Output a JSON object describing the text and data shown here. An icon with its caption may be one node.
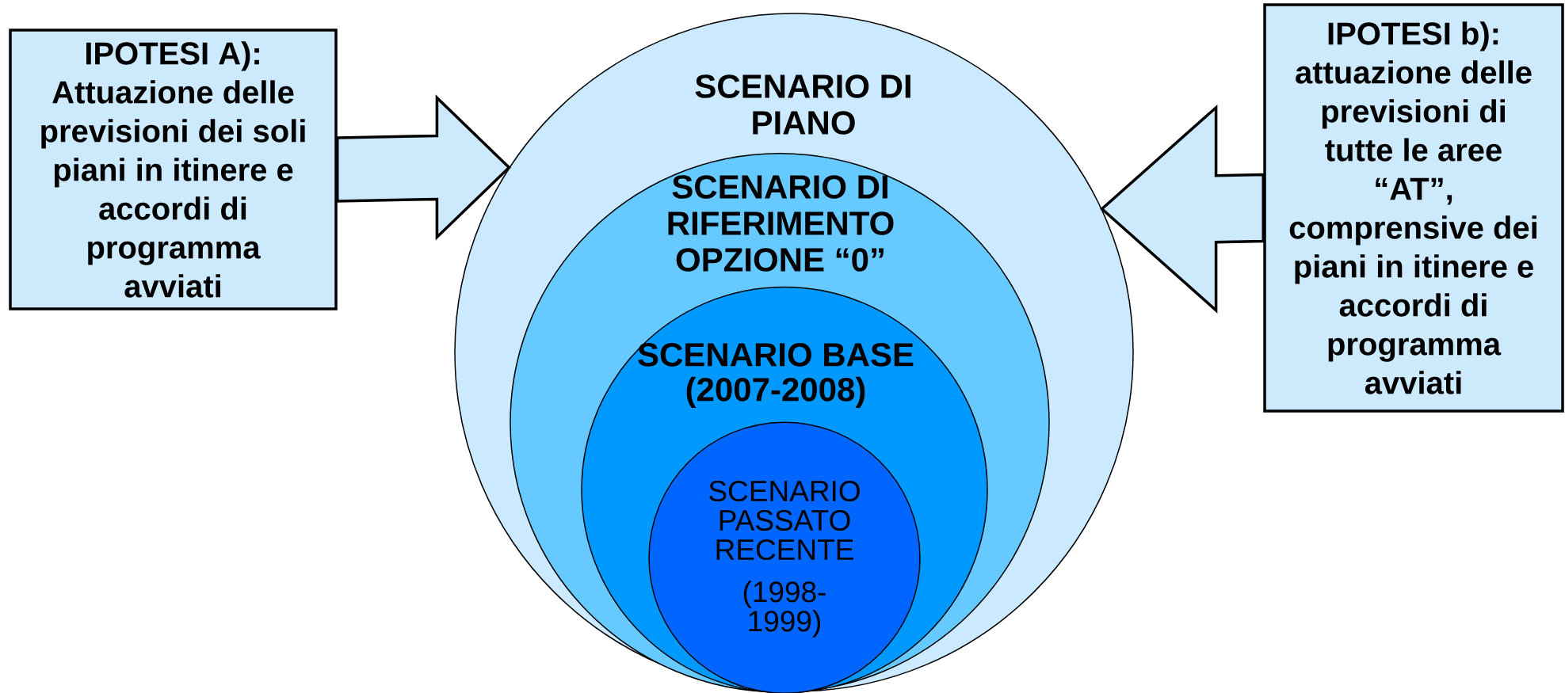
{
  "diagram": {
    "nodes": [
      {
        "text": [
          "IPOTESI A):",
          "Attuazione delle previsioni dei soli piani in itinere e accordi di programma avviati"
        ]
      },
      {
        "text": [
          "SCENARIO DI PIANO"
        ]
      },
      {
        "text": [
          "SCENARIO DI RIFERIMENTO OPZIONE “0”"
        ],
        "in": 1
      },
      {
        "text": [
          "SCENARIO BASE (2007-2008)"
        ],
        "in": 2
      },
      {
        "text": [
          "SCENARIO PASSATO RECENTE",
          "(1998- 1999)"
        ],
        "in": 3
      },
      {
        "text": [
          "IPOTESI b):",
          "attuazione delle previsioni di tutte le aree “AT”, comprensive dei piani in itinere e accordi di programma avviati"
        ]
      }
    ],
    "edges": [
      {
        "from": 0,
        "to": 1,
        "arrow": "to"
      },
      {
        "from": 5,
        "to": 1,
        "arrow": "to"
      }
    ]
  }
}
